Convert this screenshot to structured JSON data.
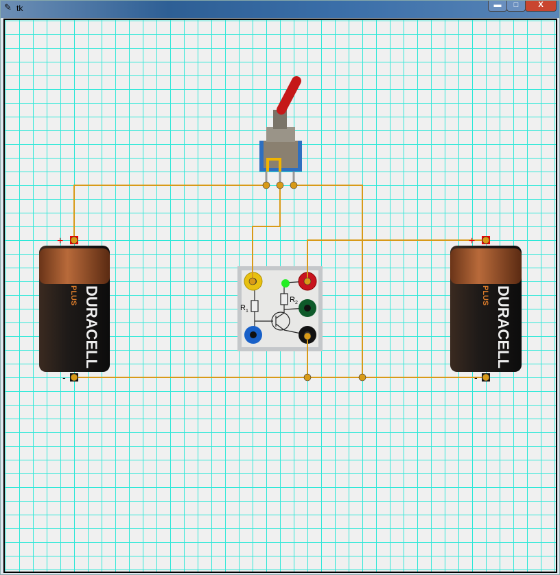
{
  "window": {
    "title": "tk",
    "minimize": "▬",
    "maximize": "□",
    "close": "X"
  },
  "batteries": [
    {
      "brand": "DURACELL",
      "sub": "PLUS",
      "plus": "+",
      "minus": "-"
    },
    {
      "brand": "DURACELL",
      "sub": "PLUS",
      "plus": "+",
      "minus": "-"
    }
  ],
  "module": {
    "r1": "R",
    "r1sub": "1",
    "r2": "R",
    "r2sub": "2"
  },
  "colors": {
    "wire": "#d89a18",
    "grid": "#2ee8d8"
  }
}
